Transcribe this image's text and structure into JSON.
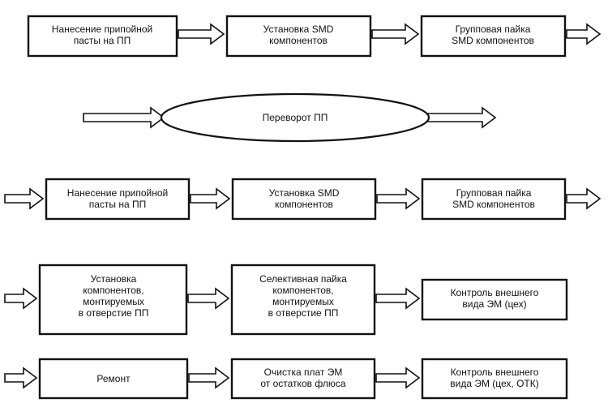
{
  "diagram": {
    "nodes": [
      {
        "id": "paste-1",
        "lines": [
          "Нанесение припойной",
          "пасты на ПП"
        ]
      },
      {
        "id": "smd-install-1",
        "lines": [
          "Установка SMD",
          "компонентов"
        ]
      },
      {
        "id": "group-solder-1",
        "lines": [
          "Групповая пайка",
          "SMD компонентов"
        ]
      },
      {
        "id": "flip-board",
        "lines": [
          "Переворот ПП"
        ]
      },
      {
        "id": "paste-2",
        "lines": [
          "Нанесение припойной",
          "пасты на ПП"
        ]
      },
      {
        "id": "smd-install-2",
        "lines": [
          "Установка SMD",
          "компонентов"
        ]
      },
      {
        "id": "group-solder-2",
        "lines": [
          "Групповая пайка",
          "SMD компонентов"
        ]
      },
      {
        "id": "tht-install",
        "lines": [
          "Установка",
          "компонентов,",
          "монтируемых",
          "в отверстие ПП"
        ]
      },
      {
        "id": "selective-solder",
        "lines": [
          "Селективная пайка",
          "компонентов,",
          "монтируемых",
          "в отверстие ПП"
        ]
      },
      {
        "id": "visual-inspection-1",
        "lines": [
          "Контроль внешнего",
          "вида ЭМ (цех)"
        ]
      },
      {
        "id": "repair",
        "lines": [
          "Ремонт"
        ]
      },
      {
        "id": "flux-cleaning",
        "lines": [
          "Очистка плат ЭМ",
          "от остатков флюса"
        ]
      },
      {
        "id": "visual-inspection-2",
        "lines": [
          "Контроль внешнего",
          "вида ЭМ (цех, ОТК)"
        ]
      }
    ]
  }
}
